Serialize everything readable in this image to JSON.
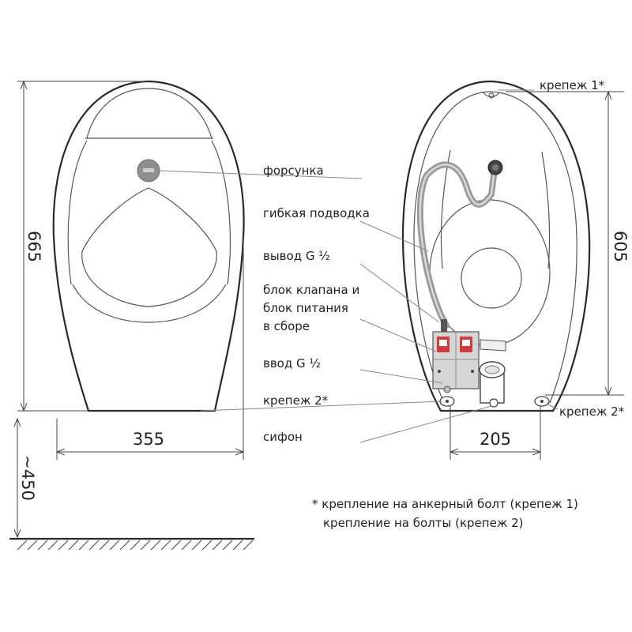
{
  "dimensions": {
    "height_front": "665",
    "height_back": "605",
    "width_front": "355",
    "width_back": "205",
    "install_height": "~450"
  },
  "labels": {
    "fastener1_top": "крепеж 1*",
    "nozzle": "форсунка",
    "flex_hose": "гибкая подводка",
    "outlet": "вывод G ½",
    "valve_block_1": "блок клапана и",
    "valve_block_2": "блок питания",
    "valve_block_3": "в сборе",
    "inlet": "ввод G ½",
    "fastener2_left": "крепеж 2*",
    "fastener2_right": "крепеж 2*",
    "siphon": "сифон"
  },
  "footnote": {
    "line1": "* крепление на анкерный болт (крепеж 1)",
    "line2": "крепление на болты (крепеж 2)"
  },
  "colors": {
    "outline": "#2a2a2a",
    "hose": "#9a9a9a",
    "valve_red": "#d23b3b",
    "nozzle": "#8f8f8f"
  }
}
